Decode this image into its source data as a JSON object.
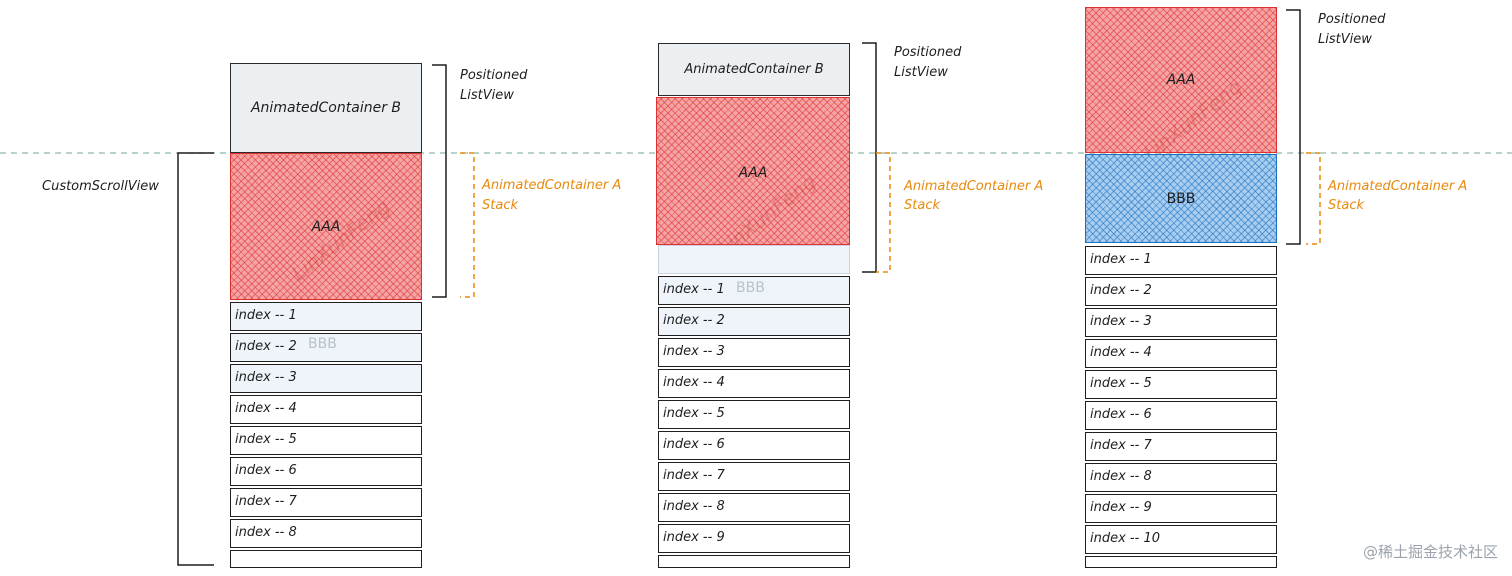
{
  "labels": {
    "positioned_listview_line1": "Positioned",
    "positioned_listview_line2": "ListView",
    "animated_container_a": "AnimatedContainer A",
    "stack": "Stack",
    "custom_scroll_view": "CustomScrollView",
    "animated_container_b": "AnimatedContainer B",
    "aaa": "AAA",
    "bbb": "BBB",
    "watermark_author": "LinXunFeng",
    "footer_credit": "@稀土掘金技术社区"
  },
  "columns": [
    {
      "rows": [
        "index -- 1",
        "index -- 2",
        "index -- 3",
        "index -- 4",
        "index -- 5",
        "index -- 6",
        "index -- 7",
        "index -- 8"
      ]
    },
    {
      "rows": [
        "index -- 1",
        "index -- 2",
        "index -- 3",
        "index -- 4",
        "index -- 5",
        "index -- 6",
        "index -- 7",
        "index -- 8",
        "index -- 9"
      ]
    },
    {
      "rows": [
        "index -- 1",
        "index -- 2",
        "index -- 3",
        "index -- 4",
        "index -- 5",
        "index -- 6",
        "index -- 7",
        "index -- 8",
        "index -- 9",
        "index -- 10"
      ]
    }
  ],
  "colors": {
    "orange": "#e8890c",
    "red": "#e03131",
    "blue": "#1971c2",
    "dashed_line": "#8fb8a6"
  }
}
